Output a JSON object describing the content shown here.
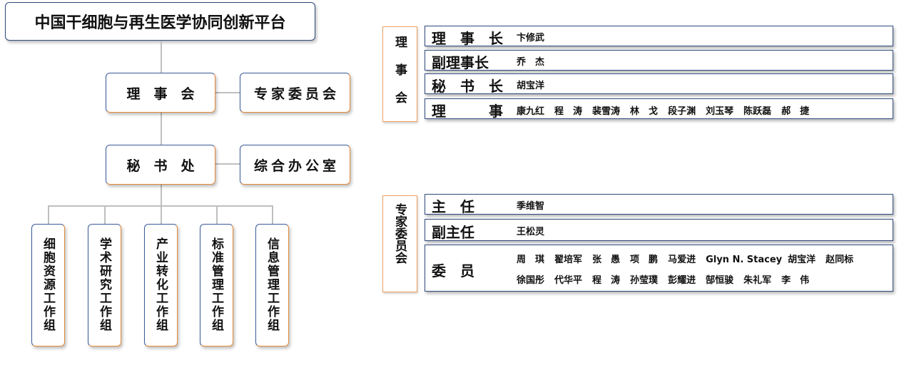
{
  "platform_title": "中国干细胞与再生医学协同创新平台",
  "org_chart": {
    "board": "理　事　会",
    "expert_committee": "专家委员会",
    "secretariat": "秘　书　处",
    "general_office": "综合办公室",
    "working_groups": [
      "细胞资源工作组",
      "学术研究工作组",
      "产业转化工作组",
      "标准管理工作组",
      "信息管理工作组"
    ]
  },
  "board_panel": {
    "label": "理事会",
    "rows": [
      {
        "role": "理　事　长",
        "names": [
          "卞修武"
        ]
      },
      {
        "role": "副理事长",
        "names": [
          "乔　杰"
        ]
      },
      {
        "role": "秘　书　长",
        "names": [
          "胡宝洋"
        ]
      },
      {
        "role": "理　　　事",
        "names": [
          "康九红",
          "程　涛",
          "裴雪涛",
          "林　戈",
          "段子渊",
          "刘玉琴",
          "陈跃磊",
          "郝　捷"
        ]
      }
    ]
  },
  "expert_panel": {
    "label": "专家委员会",
    "rows": [
      {
        "role": "主　任",
        "names": [
          "季维智"
        ]
      },
      {
        "role": "副主任",
        "names": [
          "王松灵"
        ]
      },
      {
        "role": "委　员",
        "names_line1": [
          "周　琪",
          "翟培军",
          "张　愚",
          "项　鹏",
          "马爱进",
          "Glyn N. Stacey",
          "胡宝洋",
          "赵同标"
        ],
        "names_line2": [
          "徐国彤",
          "代华平",
          "程　涛",
          "孙莹璞",
          "彭耀进",
          "郜恒骏",
          "朱礼军",
          "李　伟"
        ]
      }
    ]
  },
  "colors": {
    "box_border_blue": "#2f4a7d",
    "box_border_orange": "#e28a3c",
    "connector": "#bfbfbf"
  }
}
